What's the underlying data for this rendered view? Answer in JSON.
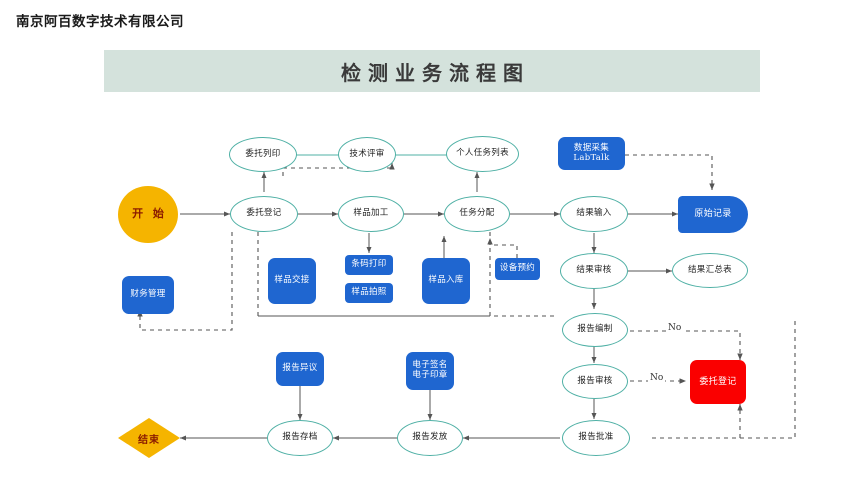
{
  "company": "南京阿百数字技术有限公司",
  "title": "检测业务流程图",
  "colors": {
    "banner": "#d4e2dc",
    "ellipse_stroke": "#4fb0a5",
    "blue": "#1f66d0",
    "red": "#fa0000",
    "amber": "#f5b400",
    "edge": "#555555"
  },
  "nodes": {
    "start": "开 始",
    "end": "结束",
    "entrust_print": "委托列印",
    "tech_review": "技术评审",
    "personal_task_list": "个人任务列表",
    "entrust_register": "委托登记",
    "sample_process": "样品加工",
    "task_assign": "任务分配",
    "result_input": "结果输入",
    "result_review": "结果审核",
    "result_summary": "结果汇总表",
    "report_compile": "报告编制",
    "report_audit": "报告审核",
    "report_approve": "报告批准",
    "report_issue": "报告发放",
    "report_archive": "报告存档",
    "data_collect_line1": "数据采集",
    "data_collect_line2": "LabTalk",
    "raw_record": "原始记录",
    "finance_mgmt": "财务管理",
    "sample_handover": "样品交接",
    "barcode_print": "条码打印",
    "sample_photo": "样品拍照",
    "sample_storage": "样品入库",
    "device_booking": "设备预约",
    "report_objection": "报告异议",
    "esign_line1": "电子签名",
    "esign_line2": "电子印章",
    "entrust_register_red": "委托登记"
  },
  "edge_labels": {
    "no1": "No",
    "no2": "No"
  }
}
